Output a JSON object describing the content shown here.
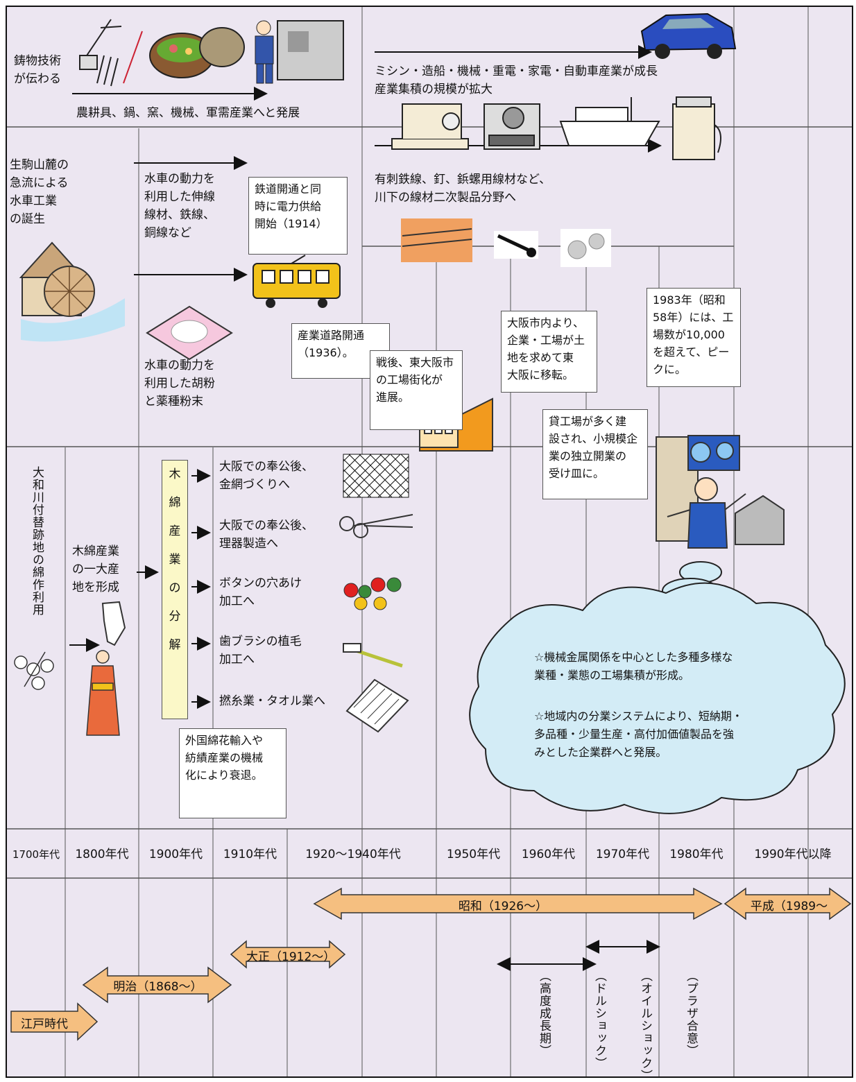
{
  "rows": {
    "casting": {
      "title": "鋳物技術\nが伝わる",
      "to_products": "農耕具、鍋、窯、機械、軍需産業へと発展",
      "growth": "ミシン・造船・機械・重電・家電・自動車産業が成長",
      "scale": "産業集積の規模が拡大"
    },
    "waterwheel": {
      "title": "生駒山麓の\n急流による\n水車工業\nの誕生",
      "wire": "水車の動力を\n利用した伸線\n線材、鉄線、\n銅線など",
      "powder": "水車の動力を\n利用した胡粉\nと薬種粉末",
      "wire_products": "有刺鉄線、釘、鋲螺用線材など、\n川下の線材二次製品分野へ"
    },
    "cotton": {
      "title": "大和川付替跡地の綿作利用",
      "region": "木綿産業\nの一大産\n地を形成",
      "decompose": [
        "木",
        "綿",
        "産",
        "業",
        "の",
        "分",
        "解"
      ],
      "branches": [
        "大阪での奉公後、\n金網づくりへ",
        "大阪での奉公後、\n理器製造へ",
        "ボタンの穴あけ\n加工へ",
        "歯ブラシの植毛\n加工へ",
        "撚糸業・タオル業へ"
      ]
    }
  },
  "notes": {
    "railway": "鉄道開通と同\n時に電力供給\n開始（1914）",
    "road": "産業道路開通\n（1936）。",
    "postwar": "戦後、東大阪市\nの工場街化が\n進展。",
    "relocation": "大阪市内より、\n企業・工場が土\n地を求めて東\n大阪に移転。",
    "peak": "1983年（昭和\n58年）には、工\n場数が10,000\nを超えて、ピー\nクに。",
    "rental": "貸工場が多く建\n設され、小規模企\n業の独立開業の\n受け皿に。",
    "decline": "外国綿花輸入や\n紡績産業の機械\n化により衰退。"
  },
  "cloud": {
    "point1": "☆機械金属関係を中心とした多種多様な\n業種・業態の工場集積が形成。",
    "point2": "☆地域内の分業システムにより、短納期・\n多品種・少量生産・高付加価値製品を強\nみとした企業群へと発展。"
  },
  "decades": [
    "1700年代",
    "1800年代",
    "1900年代",
    "1910年代",
    "1920〜1940年代",
    "1950年代",
    "1960年代",
    "1970年代",
    "1980年代",
    "1990年代以降"
  ],
  "eras": {
    "edo": "江戸時代",
    "meiji": "明治（1868〜）",
    "taisho": "大正（1912〜）",
    "showa": "昭和（1926〜）",
    "heisei": "平成（1989〜"
  },
  "events": {
    "high_growth": "（高度成長期）",
    "dollar_shock": "（ドルショック）",
    "oil_shock": "（オイルショック）",
    "plaza": "（プラザ合意）"
  },
  "colors": {
    "background": "#ece6f1",
    "era_arrow": "#f5bf80",
    "note_bg": "#ffffff",
    "cloud": "#d3ecf6",
    "kakou_bg": "#fbf8c8"
  }
}
